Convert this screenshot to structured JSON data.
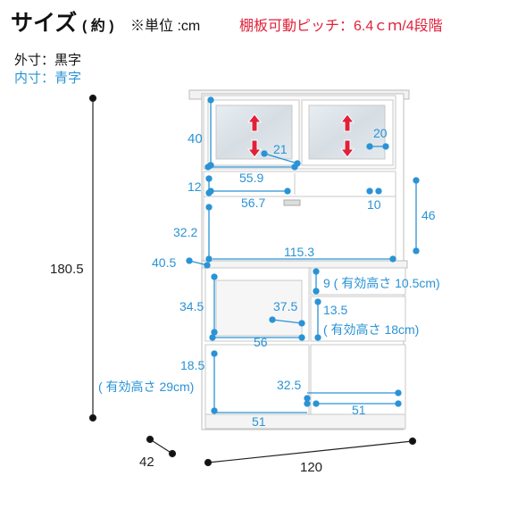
{
  "header": {
    "title": "サイズ",
    "paren": "( 約 )",
    "unit": "※単位 :cm",
    "shelf_pitch": "棚板可動ピッチ：6.4ｃｍ/4段階"
  },
  "legend": {
    "outer": "外寸：黒字",
    "inner": "内寸：青字"
  },
  "outer_dims": {
    "height": "180.5",
    "depth": "42",
    "width": "120"
  },
  "inner_dims": {
    "glass_h": "40",
    "glass_depth": "21",
    "glass_depth_right": "20",
    "upper_w": "55.9",
    "open_h_small": "12",
    "open_w": "56.7",
    "open_depth_small": "10",
    "open_h_right": "46",
    "shelf_h": "32.2",
    "counter_w": "115.3",
    "counter_depth": "40.5",
    "drawer_small": "9 ( 有効高さ 10.5cm)",
    "oven_h": "34.5",
    "oven_depth": "37.5",
    "drawer_mid": "13.5",
    "drawer_mid_eff": "( 有効高さ 18cm)",
    "oven_w": "56",
    "bottom_h": "18.5",
    "bottom_eff": "( 有効高さ 29cm)",
    "bottom_depth": "32.5",
    "bottom_w_left": "51",
    "bottom_w_right": "51"
  },
  "colors": {
    "accent_blue": "#2a93d5",
    "arrow_red": "#e0213a"
  }
}
